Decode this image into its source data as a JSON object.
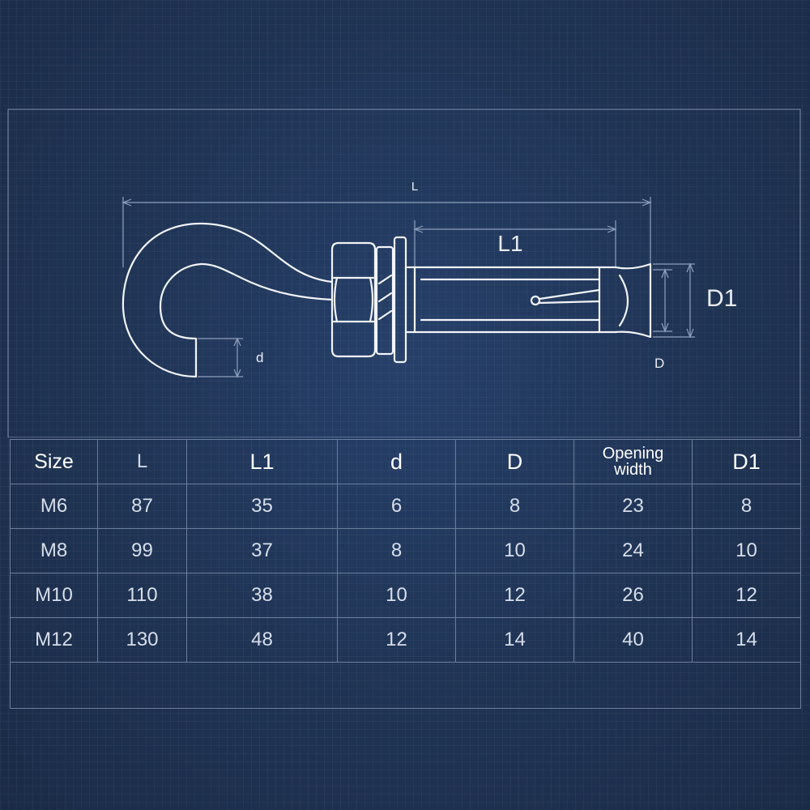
{
  "diagram": {
    "label_L": "L",
    "label_L1": "L1",
    "label_d": "d",
    "label_D": "D",
    "label_D1": "D1"
  },
  "table": {
    "headers": [
      "Size",
      "L",
      "L1",
      "d",
      "D",
      "Opening width",
      "D1"
    ],
    "opening_width_lines": [
      "Opening",
      "width"
    ],
    "rows": [
      [
        "M6",
        "87",
        "35",
        "6",
        "8",
        "23",
        "8"
      ],
      [
        "M8",
        "99",
        "37",
        "8",
        "10",
        "24",
        "10"
      ],
      [
        "M10",
        "110",
        "38",
        "10",
        "12",
        "26",
        "12"
      ],
      [
        "M12",
        "130",
        "48",
        "12",
        "14",
        "40",
        "14"
      ]
    ]
  },
  "colors": {
    "background": "#1f3353",
    "line": "#f2f4f8",
    "grid": "#6d7e9c"
  }
}
